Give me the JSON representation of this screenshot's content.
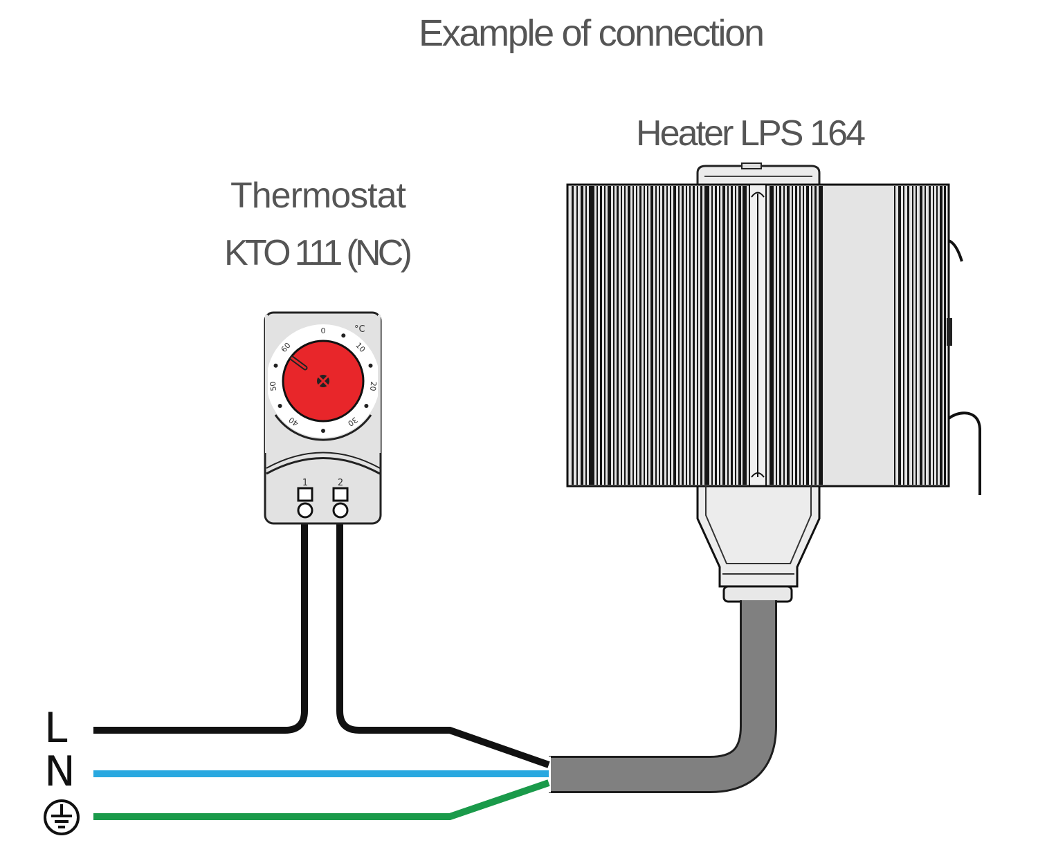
{
  "title": "Example of connection",
  "heater": {
    "label": "Heater LPS 164"
  },
  "thermostat": {
    "label_line1": "Thermostat",
    "label_line2": "KTO 111 (NC)",
    "unit": "°C",
    "dial_scale": [
      "0",
      "10",
      "20",
      "30",
      "40",
      "50",
      "60"
    ],
    "terminals": [
      "1",
      "2"
    ]
  },
  "wires": {
    "live": {
      "label": "L",
      "color": "#111111"
    },
    "neutral": {
      "label": "N",
      "color": "#29a8e0"
    },
    "earth": {
      "icon": "ground-icon",
      "color": "#1a9a4a"
    }
  },
  "colors": {
    "dial": "#e8262a",
    "cable": "#808080",
    "heater_body": "#e4e4e4",
    "thermostat_body": "#e2e2e2"
  }
}
